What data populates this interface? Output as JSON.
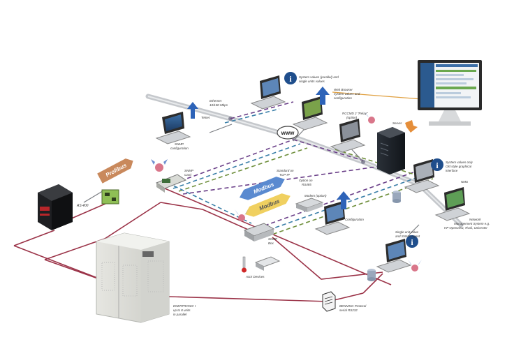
{
  "labels": {
    "as400": "AS 400",
    "profibus": "Profibus",
    "ethernet_line1": "Ethernet",
    "ethernet_line2": "10/100 Mbps",
    "telnet": "Telnet",
    "snmp_config_1": "SNMP",
    "snmp_config_2": "configuration",
    "sys_values_1": "System values (parallel) and",
    "sys_values_2": "single units values",
    "web_browser_1": "Web Browser",
    "web_browser_2": "system values and",
    "web_browser_3": "configuration",
    "rccmd_1": "RCCMD 2 \"Relay\"",
    "rccmd_2": "(option)",
    "server": "Server",
    "www": "www",
    "snmp_card_1": "SNMP",
    "snmp_card_2": "Card",
    "standard_tcp_1": "Standard on",
    "standard_tcp_2": "TCP-IP",
    "option_rs485_1": "Option on",
    "option_rs485_2": "RS485",
    "modbus1": "Modbus",
    "modbus2": "Modbus",
    "modem_1": "Modem (option)",
    "configuration": "Configuration",
    "snmp_box_1": "SNMP",
    "snmp_box_2": "Box",
    "aux_devices": "AUX Devices",
    "ups_1": "ENERTRONIC I",
    "ups_2": "up to 8 units",
    "ups_3": "in parallel",
    "sys_only_1": "System values only",
    "sys_only_2": "Old style graphical",
    "sys_only_3": "interface",
    "nms_label": "NMS",
    "network_mgmt_1": "Network",
    "network_mgmt_2": "Management System e.g.",
    "network_mgmt_3": "HP Openview, Tivoli, Unicenter",
    "single_unit_1": "Single unit value",
    "single_unit_2": "and SNMP-Agent",
    "benning_1": "BENNING Protocol",
    "benning_2": "serial RS232"
  },
  "colors": {
    "ethernet_bus": "#b9bcc0",
    "serial_line": "#9b3348",
    "modbus_line": "#6f8f3c",
    "purple_line": "#6a3f88",
    "snmp_line": "#3a7fa8",
    "info_badge": "#1f4e8c",
    "arrow_blue": "#2d63b8",
    "arrow_orange": "#e58e3a",
    "profibus_tag": "#c9895c",
    "modbus_tag_blue": "#5a8ad0",
    "modbus_tag_yellow": "#f0d060"
  },
  "icons": [
    "info-icon",
    "monitor-icon",
    "laptop-icon",
    "server-tower-icon",
    "ups-cabinet-icon",
    "as400-server-icon",
    "document-icon",
    "thermometer-icon",
    "globe-www-icon"
  ]
}
